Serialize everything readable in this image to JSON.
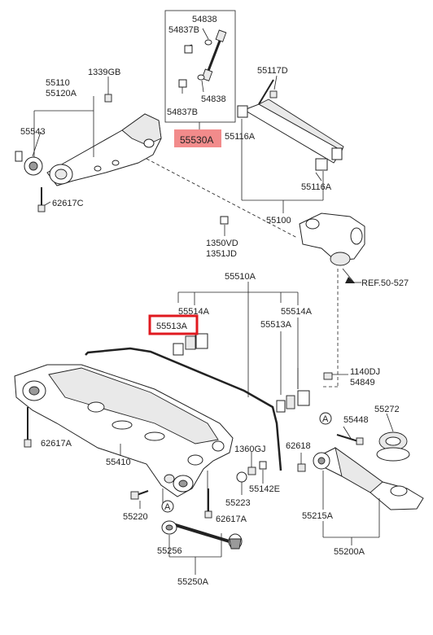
{
  "labels": {
    "p54838_top": "54838",
    "p54837b_top": "54837B",
    "p54837b_bot": "54837B",
    "p54838_bot": "54838",
    "p55530a": "55530A",
    "p1339gb": "1339GB",
    "p55110": "55110",
    "p55120a": "55120A",
    "p55543": "55543",
    "p62617c": "62617C",
    "p55117d": "55117D",
    "p55116a_top": "55116A",
    "p55116a_right": "55116A",
    "p55100": "55100",
    "p1350vd": "1350VD",
    "p1351jd": "1351JD",
    "ref": "REF.50-527",
    "p55510a": "55510A",
    "p55514a_left": "55514A",
    "p55514a_right": "55514A",
    "p55513a_left": "55513A",
    "p55513a_right": "55513A",
    "p1140dj": "1140DJ",
    "p54849": "54849",
    "p55272": "55272",
    "p55448": "55448",
    "mark_a_right": "A",
    "p62617a_left": "62617A",
    "p55410": "55410",
    "p1360gj": "1360GJ",
    "p62618": "62618",
    "p55142e": "55142E",
    "p55223": "55223",
    "p55220": "55220",
    "mark_a_left": "A",
    "p62617a_mid": "62617A",
    "p55215a": "55215A",
    "p55256": "55256",
    "p55200a": "55200A",
    "p55250a": "55250A"
  },
  "highlight": {
    "fill_color": "#f28b8b",
    "box_color": "#e0191f"
  }
}
